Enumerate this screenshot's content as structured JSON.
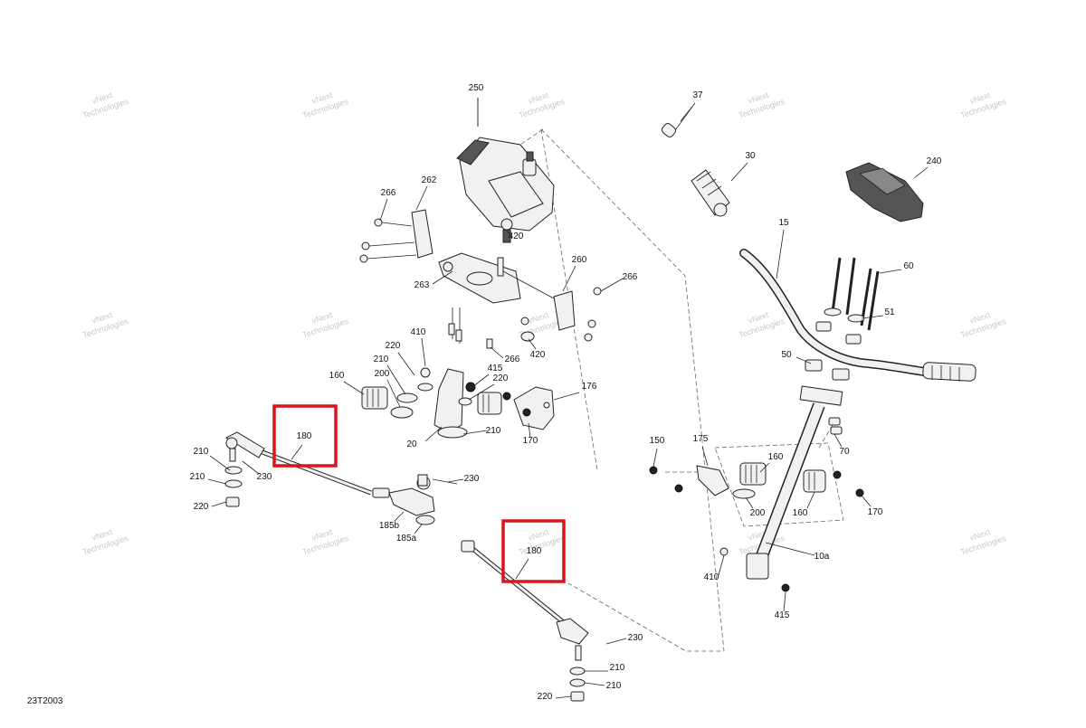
{
  "diagram": {
    "code": "23T2003",
    "watermark_line1": "vNext",
    "watermark_line2": "Technologies",
    "highlight_color": "#d9141b",
    "callouts": [
      {
        "id": "c-250",
        "text": "250"
      },
      {
        "id": "c-262",
        "text": "262"
      },
      {
        "id": "c-266a",
        "text": "266"
      },
      {
        "id": "c-420a",
        "text": "420"
      },
      {
        "id": "c-260",
        "text": "260"
      },
      {
        "id": "c-266b",
        "text": "266"
      },
      {
        "id": "c-263",
        "text": "263"
      },
      {
        "id": "c-420b",
        "text": "420"
      },
      {
        "id": "c-266c",
        "text": "266"
      },
      {
        "id": "c-410a",
        "text": "410"
      },
      {
        "id": "c-220a",
        "text": "220"
      },
      {
        "id": "c-210a",
        "text": "210"
      },
      {
        "id": "c-200a",
        "text": "200"
      },
      {
        "id": "c-160a",
        "text": "160"
      },
      {
        "id": "c-415a",
        "text": "415"
      },
      {
        "id": "c-220b",
        "text": "220"
      },
      {
        "id": "c-176",
        "text": "176"
      },
      {
        "id": "c-210b",
        "text": "210"
      },
      {
        "id": "c-170a",
        "text": "170"
      },
      {
        "id": "c-20",
        "text": "20"
      },
      {
        "id": "c-180a",
        "text": "180"
      },
      {
        "id": "c-210c",
        "text": "210"
      },
      {
        "id": "c-230a",
        "text": "230"
      },
      {
        "id": "c-210d",
        "text": "210"
      },
      {
        "id": "c-220c",
        "text": "220"
      },
      {
        "id": "c-230b",
        "text": "230"
      },
      {
        "id": "c-185b",
        "text": "185b"
      },
      {
        "id": "c-185a",
        "text": "185a"
      },
      {
        "id": "c-180b",
        "text": "180"
      },
      {
        "id": "c-230c",
        "text": "230"
      },
      {
        "id": "c-210e",
        "text": "210"
      },
      {
        "id": "c-210f",
        "text": "210"
      },
      {
        "id": "c-220d",
        "text": "220"
      },
      {
        "id": "c-37",
        "text": "37"
      },
      {
        "id": "c-30",
        "text": "30"
      },
      {
        "id": "c-240",
        "text": "240"
      },
      {
        "id": "c-15",
        "text": "15"
      },
      {
        "id": "c-60",
        "text": "60"
      },
      {
        "id": "c-51",
        "text": "51"
      },
      {
        "id": "c-50",
        "text": "50"
      },
      {
        "id": "c-70",
        "text": "70"
      },
      {
        "id": "c-150",
        "text": "150"
      },
      {
        "id": "c-175",
        "text": "175"
      },
      {
        "id": "c-160b",
        "text": "160"
      },
      {
        "id": "c-200b",
        "text": "200"
      },
      {
        "id": "c-160c",
        "text": "160"
      },
      {
        "id": "c-170b",
        "text": "170"
      },
      {
        "id": "c-10a",
        "text": "10a"
      },
      {
        "id": "c-410b",
        "text": "410"
      },
      {
        "id": "c-415b",
        "text": "415"
      }
    ]
  }
}
